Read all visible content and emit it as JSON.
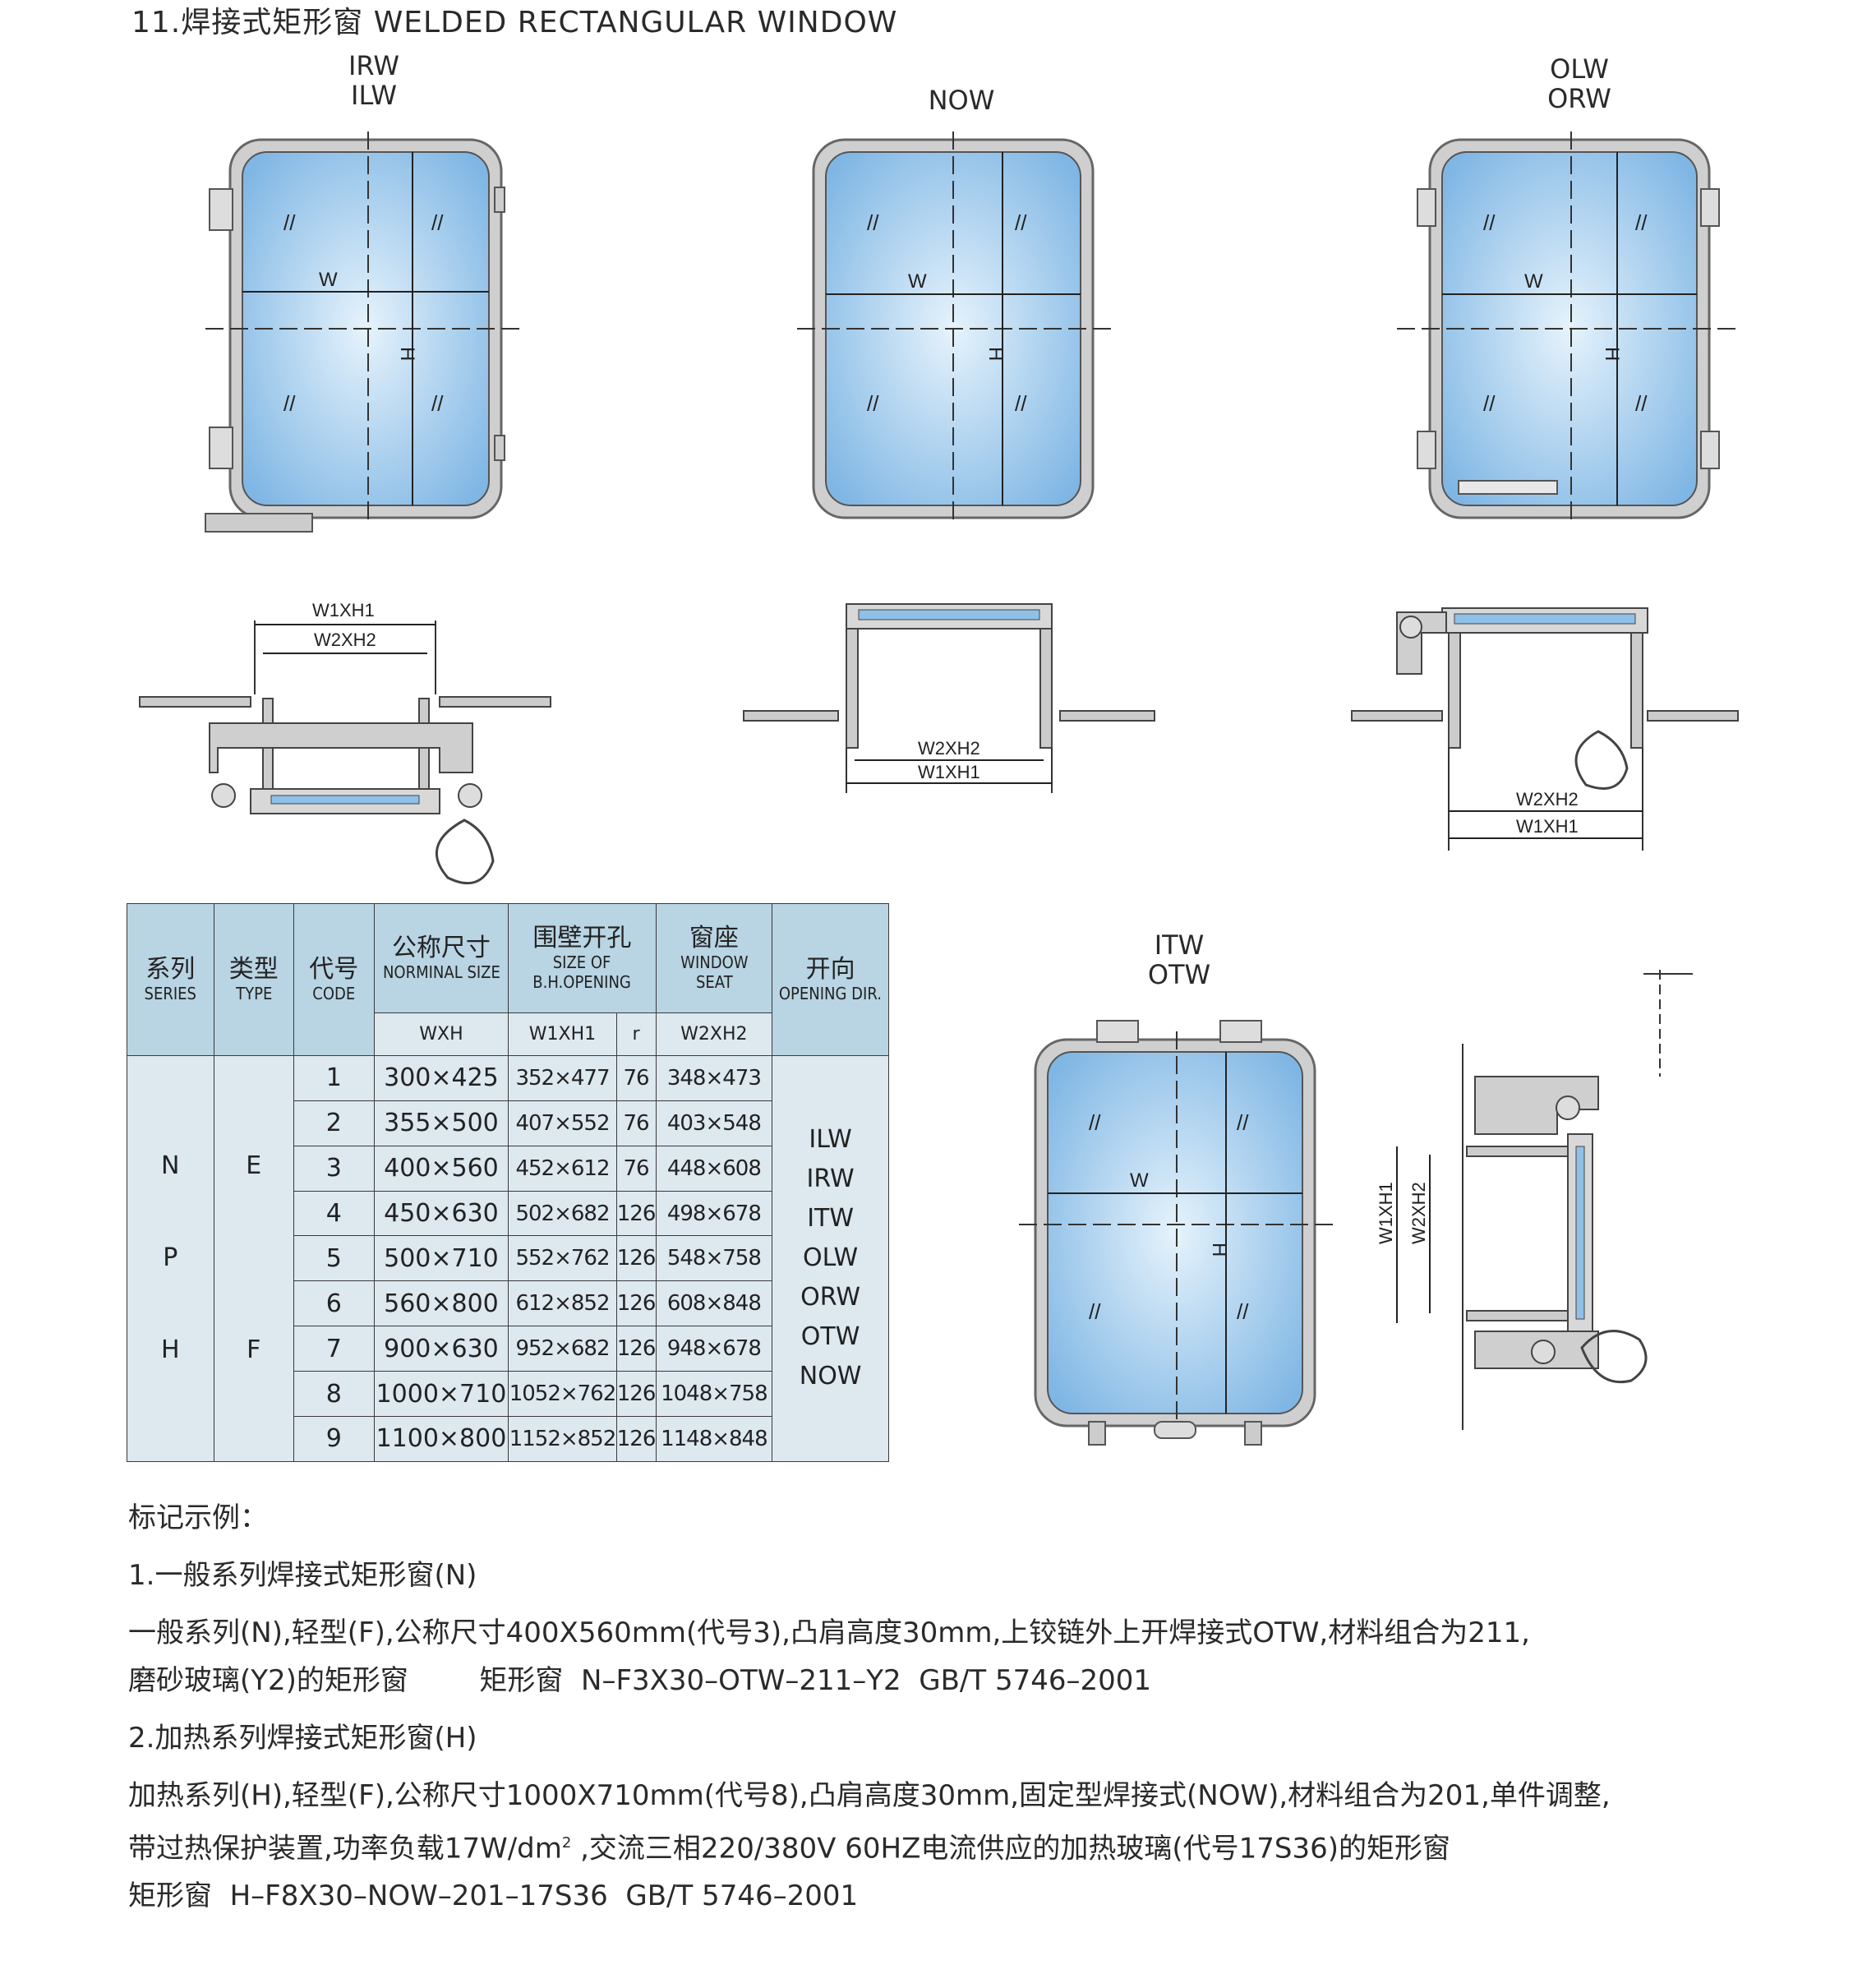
{
  "heading": "11.焊接式矩形窗  WELDED RECTANGULAR WINDOW",
  "diagrams": {
    "window1_label": [
      "IRW",
      "ILW"
    ],
    "window2_label": [
      "NOW"
    ],
    "window3_label": [
      "OLW",
      "ORW"
    ],
    "window4_label": [
      "ITW",
      "OTW"
    ],
    "dim_w": "W",
    "dim_h": "H",
    "w1xh1": "W1XH1",
    "w2xh2": "W2XH2"
  },
  "table": {
    "col_series": {
      "cn": "系列",
      "en": "SERIES"
    },
    "col_type": {
      "cn": "类型",
      "en": "TYPE"
    },
    "col_code": {
      "cn": "代号",
      "en": "CODE"
    },
    "col_nominal": {
      "cn": "公称尺寸",
      "en": "NORMINAL SIZE",
      "sub": "WXH"
    },
    "col_opening": {
      "cn": "围壁开孔",
      "en": "SIZE OF B.H.OPENING",
      "sub1": "W1XH1",
      "sub2": "r"
    },
    "col_seat": {
      "cn": "窗座",
      "en": "WINDOW SEAT",
      "sub": "W2XH2"
    },
    "col_dir": {
      "cn": "开向",
      "en": "OPENING DIR."
    },
    "series_values": [
      "N",
      "P",
      "H"
    ],
    "type_values": [
      "E",
      "F"
    ],
    "rows": [
      {
        "code": "1",
        "wxh": "300×425",
        "w1h1": "352×477",
        "r": "76",
        "w2h2": "348×473"
      },
      {
        "code": "2",
        "wxh": "355×500",
        "w1h1": "407×552",
        "r": "76",
        "w2h2": "403×548"
      },
      {
        "code": "3",
        "wxh": "400×560",
        "w1h1": "452×612",
        "r": "76",
        "w2h2": "448×608"
      },
      {
        "code": "4",
        "wxh": "450×630",
        "w1h1": "502×682",
        "r": "126",
        "w2h2": "498×678"
      },
      {
        "code": "5",
        "wxh": "500×710",
        "w1h1": "552×762",
        "r": "126",
        "w2h2": "548×758"
      },
      {
        "code": "6",
        "wxh": "560×800",
        "w1h1": "612×852",
        "r": "126",
        "w2h2": "608×848"
      },
      {
        "code": "7",
        "wxh": "900×630",
        "w1h1": "952×682",
        "r": "126",
        "w2h2": "948×678"
      },
      {
        "code": "8",
        "wxh": "1000×710",
        "w1h1": "1052×762",
        "r": "126",
        "w2h2": "1048×758"
      },
      {
        "code": "9",
        "wxh": "1100×800",
        "w1h1": "1152×852",
        "r": "126",
        "w2h2": "1148×848"
      }
    ],
    "directions": [
      "ILW",
      "IRW",
      "ITW",
      "OLW",
      "ORW",
      "OTW",
      "NOW"
    ]
  },
  "notes": {
    "title": "标记示例：",
    "ex1_title": "1.一般系列焊接式矩形窗(N)",
    "ex1_line1": "一般系列(N),轻型(F),公称尺寸400X560mm(代号3),凸肩高度30mm,上铰链外上开焊接式OTW,材料组合为211,",
    "ex1_line2": "磨砂玻璃(Y2)的矩形窗        矩形窗  N–F3X30–OTW–211–Y2  GB/T 5746–2001",
    "ex2_title": "2.加热系列焊接式矩形窗(H)",
    "ex2_line1": "加热系列(H),轻型(F),公称尺寸1000X710mm(代号8),凸肩高度30mm,固定型焊接式(NOW),材料组合为201,单件调整,",
    "ex2_line2a": "带过热保护装置,功率负载17W/dm",
    "ex2_line2sup": "2",
    "ex2_line2b": " ,交流三相220/380V 60HZ电流供应的加热玻璃(代号17S36)的矩形窗",
    "ex2_line3": "矩形窗  H–F8X30–NOW–201–17S36  GB/T 5746–2001"
  },
  "colors": {
    "glass": "#8fc0e8",
    "glass_light": "#d8ecfa",
    "frame": "#c8c8c8",
    "header": "#b9d4e3",
    "cell": "#dde8ef"
  }
}
